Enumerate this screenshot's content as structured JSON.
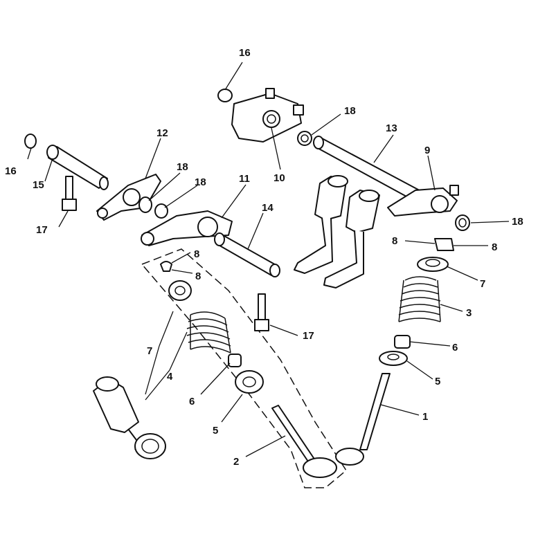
{
  "callouts": {
    "c1": "1",
    "c2": "2",
    "c3": "3",
    "c4": "4",
    "c5a": "5",
    "c5b": "5",
    "c6a": "6",
    "c6b": "6",
    "c7a": "7",
    "c7b": "7",
    "c8a": "8",
    "c8b": "8",
    "c8c": "8",
    "c8d": "8",
    "c9": "9",
    "c10": "10",
    "c11": "11",
    "c12": "12",
    "c13": "13",
    "c14": "14",
    "c15": "15",
    "c16a": "16",
    "c16b": "16",
    "c17a": "17",
    "c17b": "17",
    "c18a": "18",
    "c18b": "18",
    "c18c": "18",
    "c18d": "18"
  },
  "icons": {
    "valve": "valve-icon",
    "spring": "valve-spring-icon",
    "rocker": "rocker-arm-icon",
    "shaft": "rocker-shaft-icon",
    "bolt": "bolt-icon",
    "oring": "o-ring-icon"
  }
}
